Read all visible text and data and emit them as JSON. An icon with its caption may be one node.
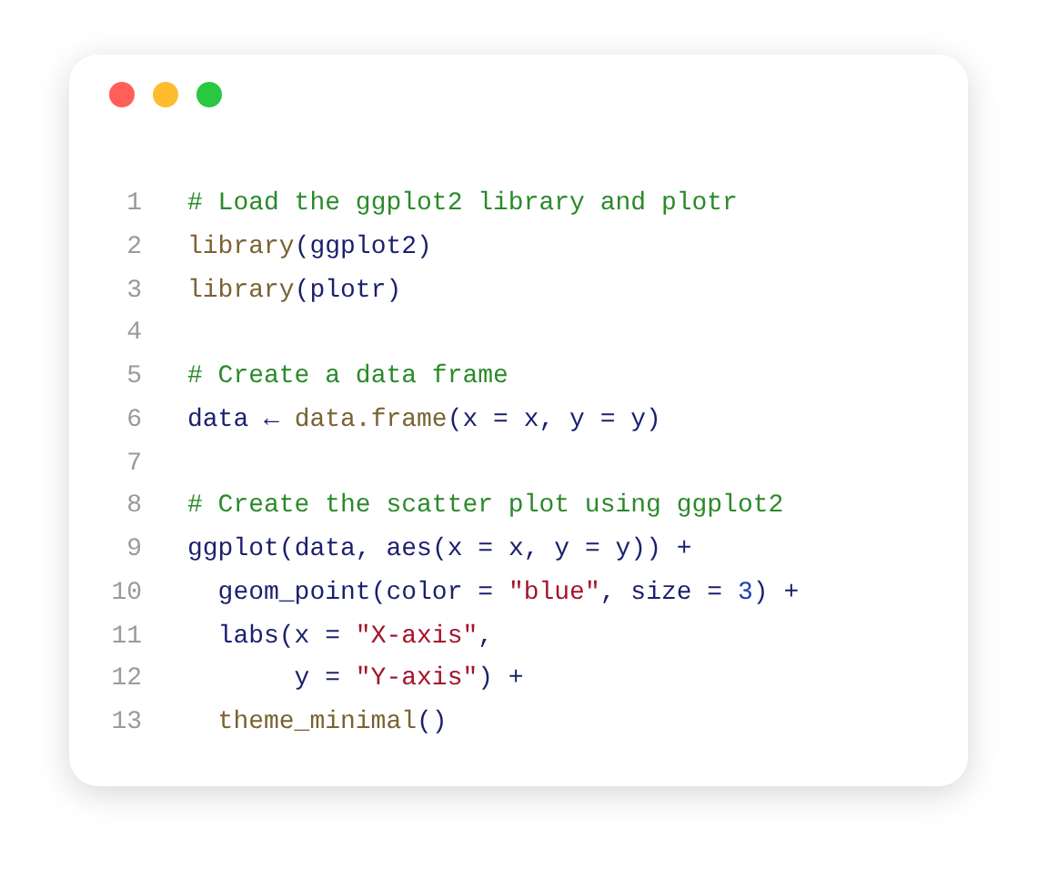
{
  "diagram": {
    "labels": [
      "1",
      "# Load the ggplot2 library and plotr",
      "2",
      "library(ggplot2)",
      "3",
      "library(plotr)",
      "4",
      "5",
      "# Create a data frame",
      "6",
      "data ← data.frame(x = x, y = y)",
      "7",
      "8",
      "# Create the scatter plot using ggplot2",
      "9",
      "ggplot(data, aes(x = x, y = y)) +",
      "10",
      "geom_point(color = \"blue\", size = 3) +",
      "11",
      "labs(x = \"X-axis\",",
      "12",
      "y = \"Y-axis\") +",
      "13",
      "theme_minimal()"
    ]
  }
}
